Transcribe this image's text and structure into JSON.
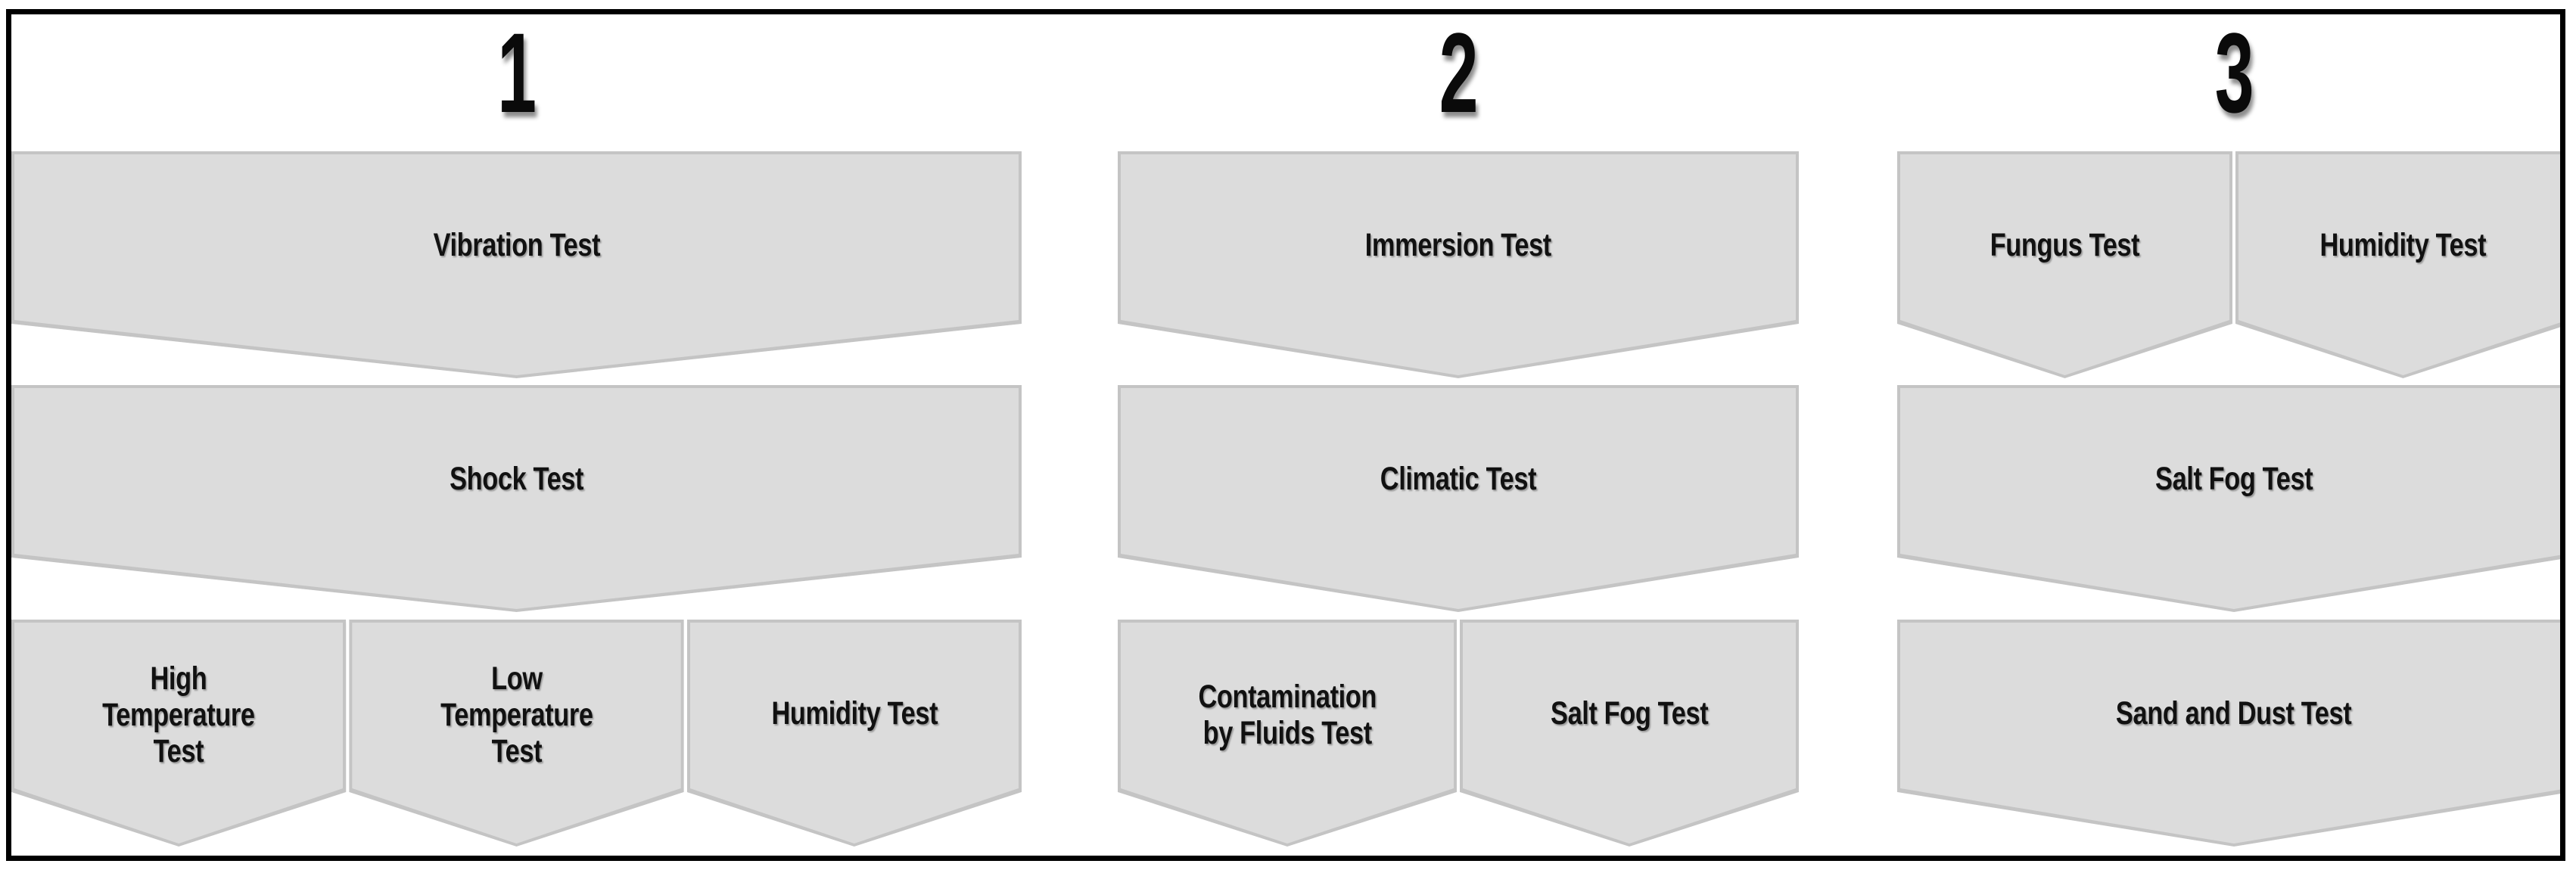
{
  "diagram": {
    "type": "test-sequence-flow",
    "orientation": "three-column-downward-chevron",
    "frame_color": "#000000",
    "node_fill": "#d9d9d9",
    "node_edge": "#c4c4c4",
    "text_color": "#111111"
  },
  "columns": [
    {
      "id": "column-1",
      "header": "1",
      "rows": [
        {
          "nodes": [
            {
              "label": "Vibration Test"
            }
          ]
        },
        {
          "nodes": [
            {
              "label": "Shock Test"
            }
          ]
        },
        {
          "nodes": [
            {
              "label": "High\nTemperature\nTest",
              "multiline": true
            },
            {
              "label": "Low\nTemperature\nTest",
              "multiline": true
            },
            {
              "label": "Humidity Test"
            }
          ]
        }
      ]
    },
    {
      "id": "column-2",
      "header": "2",
      "rows": [
        {
          "nodes": [
            {
              "label": "Immersion Test"
            }
          ]
        },
        {
          "nodes": [
            {
              "label": "Climatic Test"
            }
          ]
        },
        {
          "nodes": [
            {
              "label": "Contamination\nby Fluids Test",
              "multiline": true
            },
            {
              "label": "Salt Fog Test"
            }
          ]
        }
      ]
    },
    {
      "id": "column-3",
      "header": "3",
      "rows": [
        {
          "nodes": [
            {
              "label": "Fungus Test"
            },
            {
              "label": "Humidity Test"
            }
          ]
        },
        {
          "nodes": [
            {
              "label": "Salt Fog Test"
            }
          ]
        },
        {
          "nodes": [
            {
              "label": "Sand and Dust Test"
            }
          ]
        }
      ]
    }
  ]
}
